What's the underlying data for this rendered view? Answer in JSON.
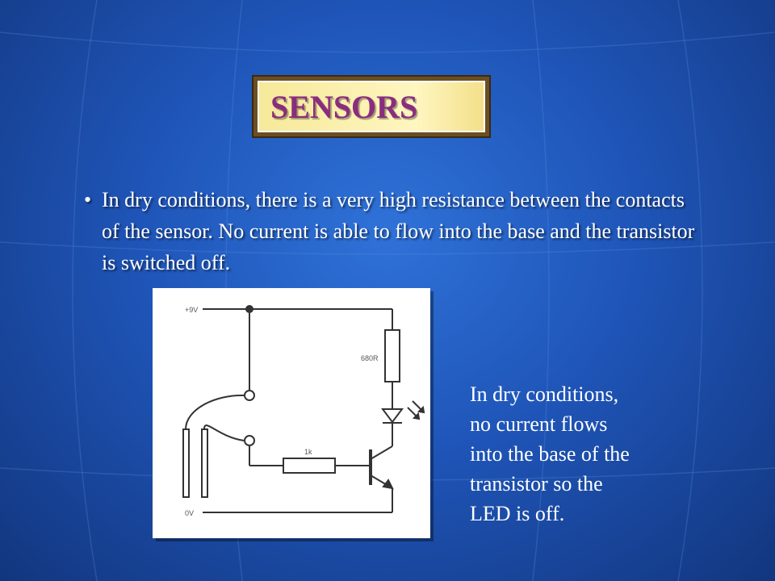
{
  "slide": {
    "title": "SENSORS",
    "bullet": "In dry conditions, there is a very high resistance between the contacts of the sensor. No current is able to flow into the base and the transistor is switched off.",
    "bullet_symbol": "•"
  },
  "diagram": {
    "supply_label": "+9V",
    "ground_label": "0V",
    "collector_resistor_label": "680R",
    "base_resistor_label": "1k"
  },
  "side_note": {
    "lines": [
      "In dry conditions,",
      "no current flows",
      "into the base of the",
      "transistor so the",
      "LED is off."
    ]
  },
  "colors": {
    "background": "#1f55b8",
    "title_text": "#8a2d7e",
    "title_fill": "#fff6c0",
    "circuit_line": "#333333"
  }
}
